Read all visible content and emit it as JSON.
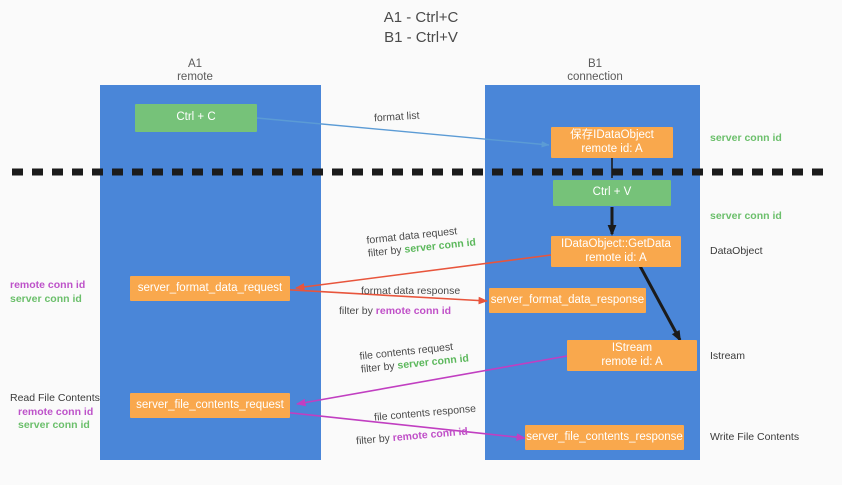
{
  "title": {
    "line1": "A1 - Ctrl+C",
    "line2": "B1 - Ctrl+V"
  },
  "lanes": [
    {
      "id": "a1",
      "name": "A1",
      "sub": "remote"
    },
    {
      "id": "b1",
      "name": "B1",
      "sub": "connection"
    }
  ],
  "colors": {
    "lane": "#4a86d8",
    "orange": "#f9a84d",
    "green": "#76c279",
    "server_conn": "#5cb85c",
    "remote_conn": "#c050c8",
    "arrow_blue": "#5b9bd5",
    "arrow_red": "#e8553c",
    "arrow_magenta": "#c13fc1",
    "arrow_dark": "#222222",
    "background": "#fafafa"
  },
  "boxes": [
    {
      "id": "ctrl-c",
      "kind": "green",
      "line1": "Ctrl + C",
      "line2": ""
    },
    {
      "id": "idataobject",
      "kind": "orange",
      "line1": "保存IDataObject",
      "line2": "remote id: A"
    },
    {
      "id": "ctrl-v",
      "kind": "green",
      "line1": "Ctrl + V",
      "line2": ""
    },
    {
      "id": "getdata",
      "kind": "orange",
      "line1": "IDataObject::GetData",
      "line2": "remote id: A"
    },
    {
      "id": "format-data-request",
      "kind": "orange",
      "line1": "server_format_data_request",
      "line2": ""
    },
    {
      "id": "format-data-response",
      "kind": "orange",
      "line1": "server_format_data_response",
      "line2": ""
    },
    {
      "id": "istream",
      "kind": "orange",
      "line1": "IStream",
      "line2": "remote id: A"
    },
    {
      "id": "file-contents-request",
      "kind": "orange",
      "line1": "server_file_contents_request",
      "line2": ""
    },
    {
      "id": "file-contents-response",
      "kind": "orange",
      "line1": "server_file_contents_response",
      "line2": ""
    }
  ],
  "captions": {
    "format_list": "format list",
    "format_data_request": "format data request",
    "format_data_request_filter_prefix": "filter by ",
    "format_data_request_filter_key": "server conn id",
    "format_data_response": "format data response",
    "format_data_response_filter_prefix": "filter by ",
    "format_data_response_filter_key": "remote conn id",
    "file_contents_request": "file contents request",
    "file_contents_request_filter_prefix": "filter by ",
    "file_contents_request_filter_key": "server conn id",
    "file_contents_response": "file contents response",
    "file_contents_response_filter_prefix": "filter by ",
    "file_contents_response_filter_key": "remote conn id"
  },
  "annotations": {
    "right_server_conn_top": "server conn id",
    "right_server_conn_mid": "server conn id",
    "right_dataobject": "DataObject",
    "right_istream": "Istream",
    "right_write_file_contents": "Write File Contents",
    "left_remote_conn_1": "remote conn id",
    "left_server_conn_1": "server conn id",
    "left_read_file_contents": "Read File Contents",
    "left_remote_conn_2": "remote conn id",
    "left_server_conn_2": "server conn id"
  }
}
